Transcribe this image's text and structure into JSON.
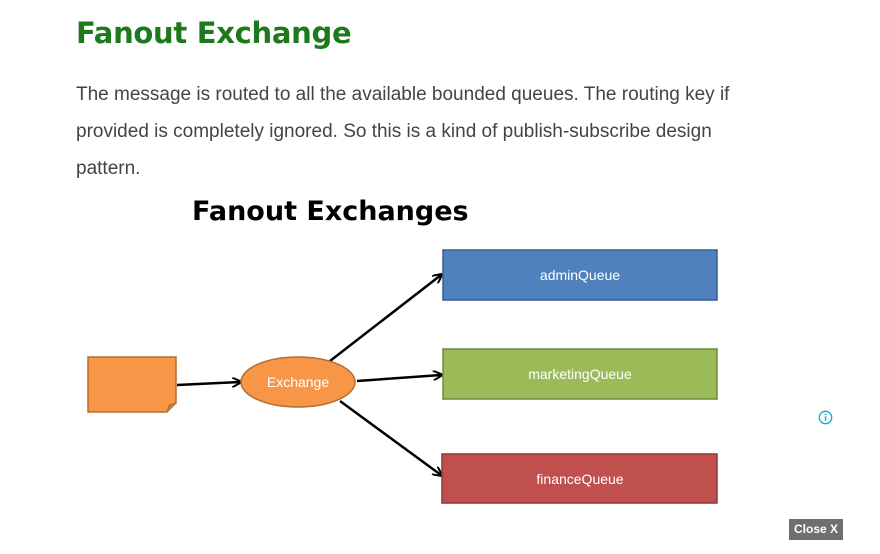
{
  "article": {
    "title": "Fanout Exchange",
    "paragraph": "The message is routed to all the available bounded queues. The routing key if provided is completely ignored. So this is a kind of publish-subscribe design pattern."
  },
  "diagram": {
    "title": "Fanout Exchanges",
    "exchange_label": "Exchange",
    "producer_icon": "note-shape",
    "queues": [
      {
        "label": "adminQueue",
        "color": "#4f81bd"
      },
      {
        "label": "marketingQueue",
        "color": "#9bbb59"
      },
      {
        "label": "financeQueue",
        "color": "#c0504d"
      }
    ],
    "colors": {
      "producer": "#f79646",
      "exchange": "#f79646"
    }
  },
  "ad": {
    "info_icon": "info-icon",
    "close_label": "Close X"
  }
}
